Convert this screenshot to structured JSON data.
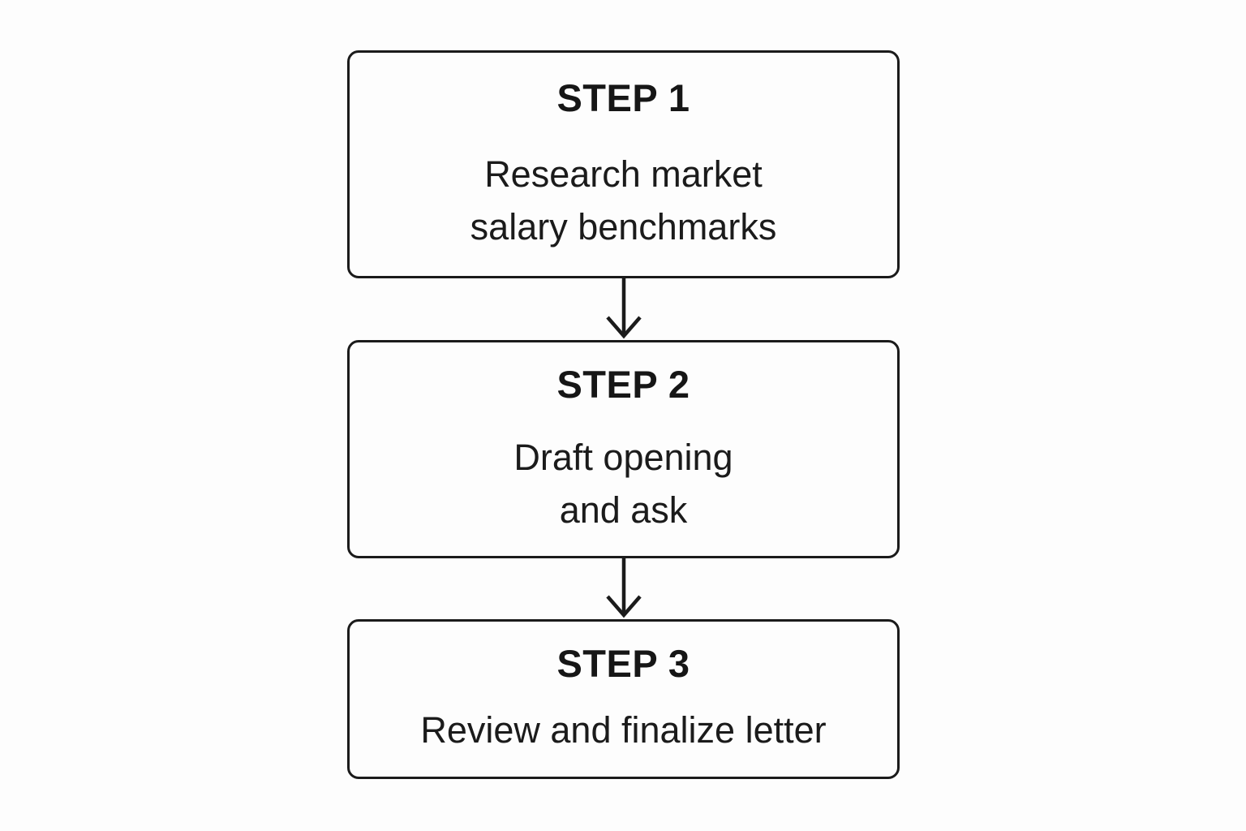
{
  "diagram": {
    "type": "flowchart",
    "direction": "vertical",
    "steps": [
      {
        "title": "STEP 1",
        "lines": [
          "Research market",
          "salary benchmarks"
        ]
      },
      {
        "title": "STEP 2",
        "lines": [
          "Draft opening",
          "and ask"
        ]
      },
      {
        "title": "STEP 3",
        "lines": [
          "Review and finalize letter",
          ""
        ]
      }
    ],
    "colors": {
      "background": "#fdfdfd",
      "stroke": "#1b1b1b",
      "text": "#1b1b1b"
    }
  }
}
